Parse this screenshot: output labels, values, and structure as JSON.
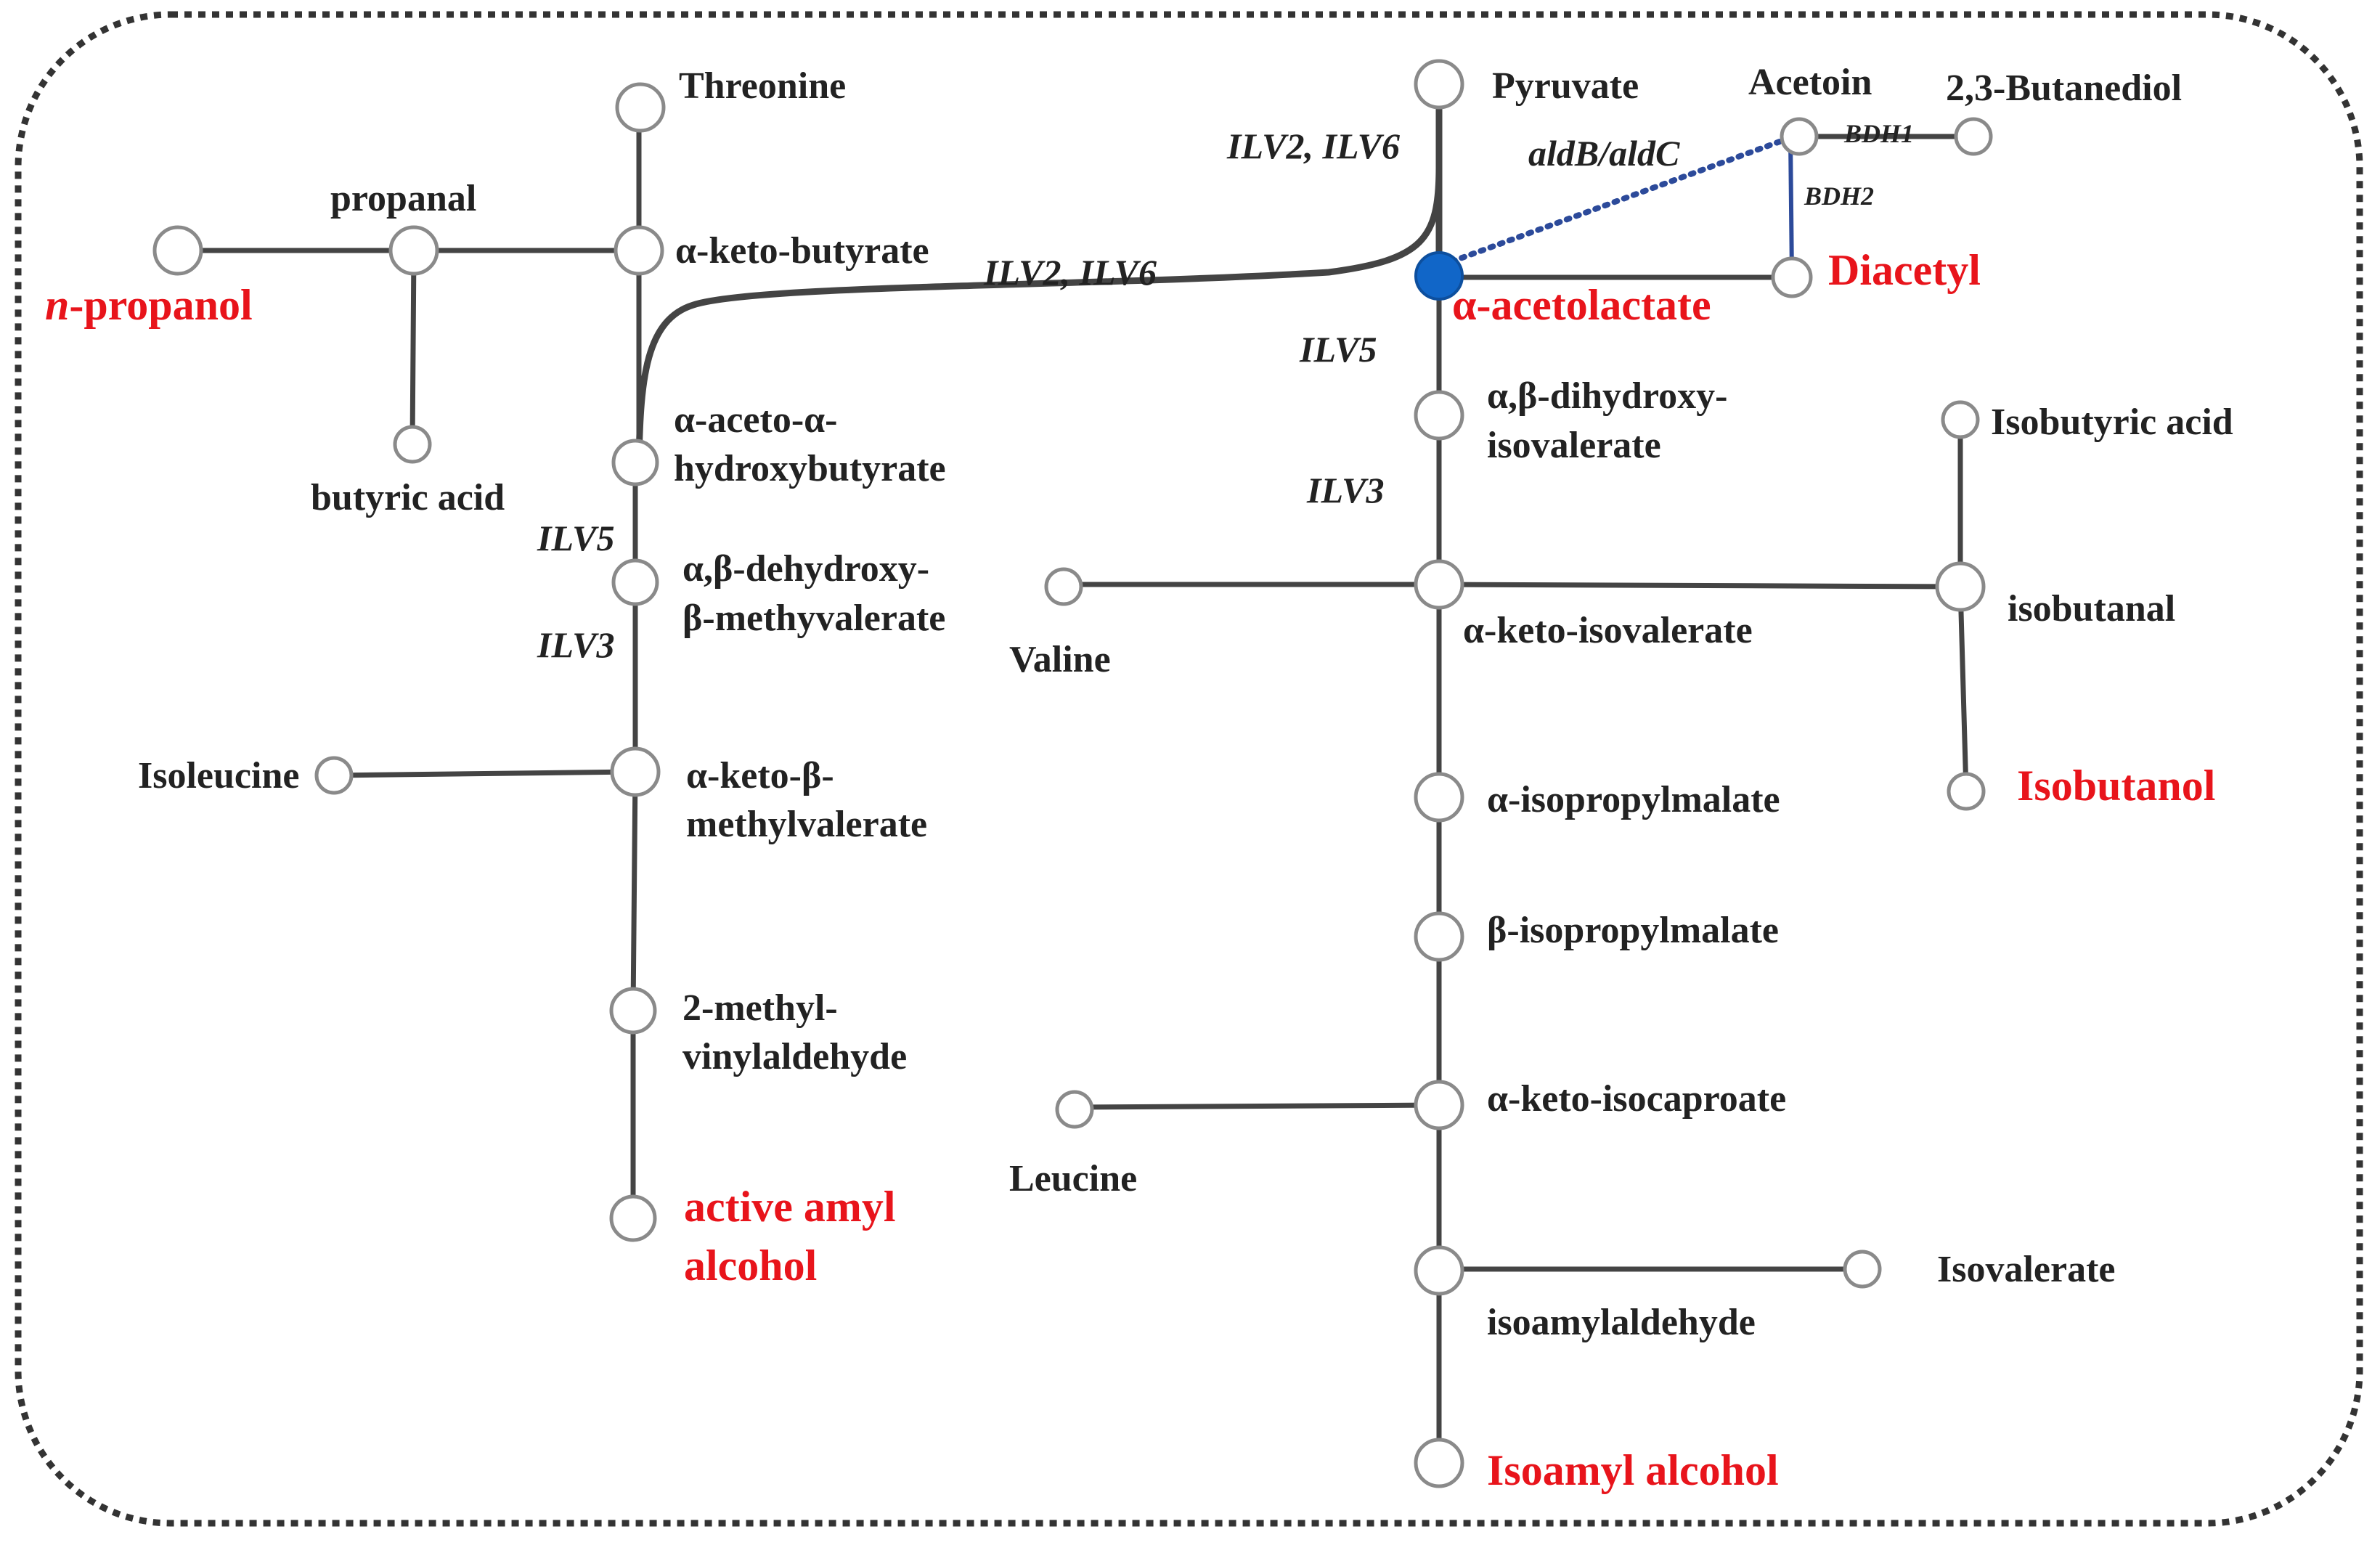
{
  "nodes": {
    "threonine": "Threonine",
    "propanal": "propanal",
    "n_propanol_italic": "n",
    "n_propanol_rest": "-propanol",
    "keto_butyrate": "α-keto-butyrate",
    "butyric_acid": "butyric acid",
    "aceto_hydroxybutyrate_1": "α-aceto-α-",
    "aceto_hydroxybutyrate_2": "hydroxybutyrate",
    "dehydroxy_methyvalerate_1": "α,β-dehydroxy-",
    "dehydroxy_methyvalerate_2": "β-methyvalerate",
    "isoleucine": "Isoleucine",
    "keto_methylvalerate_1": "α-keto-β-",
    "keto_methylvalerate_2": "methylvalerate",
    "methyl_vinylaldehyde_1": "2-methyl-",
    "methyl_vinylaldehyde_2": "vinylaldehyde",
    "active_amyl_alcohol_1": "active amyl",
    "active_amyl_alcohol_2": "alcohol",
    "pyruvate": "Pyruvate",
    "acetoin": "Acetoin",
    "butanediol": "2,3-Butanediol",
    "diacetyl": "Diacetyl",
    "acetolactate": "α-acetolactate",
    "dihydroxy_isovalerate_1": "α,β-dihydroxy-",
    "dihydroxy_isovalerate_2": "isovalerate",
    "isobutyric_acid": "Isobutyric acid",
    "valine": "Valine",
    "keto_isovalerate": "α-keto-isovalerate",
    "isobutanal": "isobutanal",
    "isobutanol": "Isobutanol",
    "isopropylmalate_a": "α-isopropylmalate",
    "isopropylmalate_b": "β-isopropylmalate",
    "leucine": "Leucine",
    "keto_isocaproate": "α-keto-isocaproate",
    "isovalerate": "Isovalerate",
    "isoamylaldehyde": "isoamylaldehyde",
    "isoamyl_alcohol": "Isoamyl alcohol"
  },
  "enzymes": {
    "ilv2_ilv6_top": "ILV2, ILV6",
    "ilv2_ilv6_curve": "ILV2, ILV6",
    "ald": "aldB/aldC",
    "bdh1": "BDH1",
    "bdh2": "BDH2",
    "ilv5_right": "ILV5",
    "ilv3_right": "ILV3",
    "ilv5_left": "ILV5",
    "ilv3_left": "ILV3"
  },
  "colors": {
    "product_highlight": "#e8141b",
    "acetolactate_node": "#1166c8",
    "bdh_edge": "#2c4a9a",
    "edge": "#444444"
  }
}
